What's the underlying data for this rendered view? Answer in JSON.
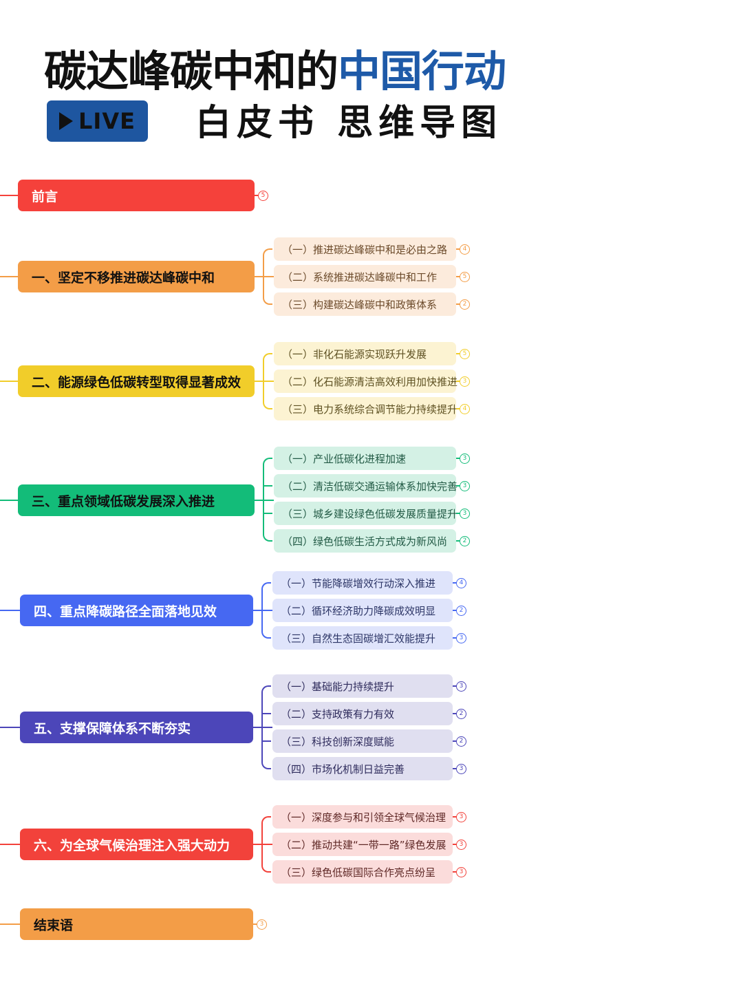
{
  "header": {
    "title_black": "碳达峰碳中和的",
    "title_blue": "中国行动",
    "live_label": "LIVE",
    "subtitle": "白皮书 思维导图"
  },
  "colors": {
    "title_blue": "#1e5aa8",
    "live_bg": "#1e56a0"
  },
  "mindmap": {
    "sections": [
      {
        "label": "前言",
        "badge": "5",
        "color": "#f5413b",
        "text_color": "#ffffff",
        "sub_bg": "",
        "sub_text": "",
        "children": []
      },
      {
        "label": "一、坚定不移推进碳达峰碳中和",
        "badge": "",
        "color": "#f39d47",
        "text_color": "#111111",
        "sub_bg": "#fcebdc",
        "sub_text": "#6b4a2a",
        "children": [
          {
            "label": "（一）推进碳达峰碳中和是必由之路",
            "badge": "4"
          },
          {
            "label": "（二）系统推进碳达峰碳中和工作",
            "badge": "5"
          },
          {
            "label": "（三）构建碳达峰碳中和政策体系",
            "badge": "2"
          }
        ]
      },
      {
        "label": "二、能源绿色低碳转型取得显著成效",
        "badge": "",
        "color": "#f1cd2a",
        "text_color": "#111111",
        "sub_bg": "#fcf3d2",
        "sub_text": "#5e5122",
        "children": [
          {
            "label": "（一）非化石能源实现跃升发展",
            "badge": "5"
          },
          {
            "label": "（二）化石能源清洁高效利用加快推进",
            "badge": "3"
          },
          {
            "label": "（三）电力系统综合调节能力持续提升",
            "badge": "4"
          }
        ]
      },
      {
        "label": "三、重点领域低碳发展深入推进",
        "badge": "",
        "color": "#13bc79",
        "text_color": "#111111",
        "sub_bg": "#d4f1e5",
        "sub_text": "#225a45",
        "children": [
          {
            "label": "（一）产业低碳化进程加速",
            "badge": "3"
          },
          {
            "label": "（二）清洁低碳交通运输体系加快完善",
            "badge": "3"
          },
          {
            "label": "（三）城乡建设绿色低碳发展质量提升",
            "badge": "3"
          },
          {
            "label": "（四）绿色低碳生活方式成为新风尚",
            "badge": "2"
          }
        ]
      },
      {
        "label": "四、重点降碳路径全面落地见效",
        "badge": "",
        "color": "#4668f2",
        "text_color": "#ffffff",
        "sub_bg": "#dfe4fb",
        "sub_text": "#2c3566",
        "children": [
          {
            "label": "（一）节能降碳增效行动深入推进",
            "badge": "4"
          },
          {
            "label": "（二）循环经济助力降碳成效明显",
            "badge": "2"
          },
          {
            "label": "（三）自然生态固碳增汇效能提升",
            "badge": "3"
          }
        ]
      },
      {
        "label": "五、支撑保障体系不断夯实",
        "badge": "",
        "color": "#4c46b9",
        "text_color": "#ffffff",
        "sub_bg": "#e0dff0",
        "sub_text": "#2e2b5c",
        "children": [
          {
            "label": "（一）基础能力持续提升",
            "badge": "3"
          },
          {
            "label": "（二）支持政策有力有效",
            "badge": "2"
          },
          {
            "label": "（三）科技创新深度赋能",
            "badge": "2"
          },
          {
            "label": "（四）市场化机制日益完善",
            "badge": "3"
          }
        ]
      },
      {
        "label": "六、为全球气候治理注入强大动力",
        "badge": "",
        "color": "#f2423b",
        "text_color": "#ffffff",
        "sub_bg": "#fbdcdb",
        "sub_text": "#5e2725",
        "children": [
          {
            "label": "（一）深度参与和引领全球气候治理",
            "badge": "3"
          },
          {
            "label": "（二）推动共建“一带一路”绿色发展",
            "badge": "3"
          },
          {
            "label": "（三）绿色低碳国际合作亮点纷呈",
            "badge": "3"
          }
        ]
      },
      {
        "label": "结束语",
        "badge": "3",
        "color": "#f39d47",
        "text_color": "#111111",
        "sub_bg": "",
        "sub_text": "",
        "children": []
      }
    ]
  }
}
